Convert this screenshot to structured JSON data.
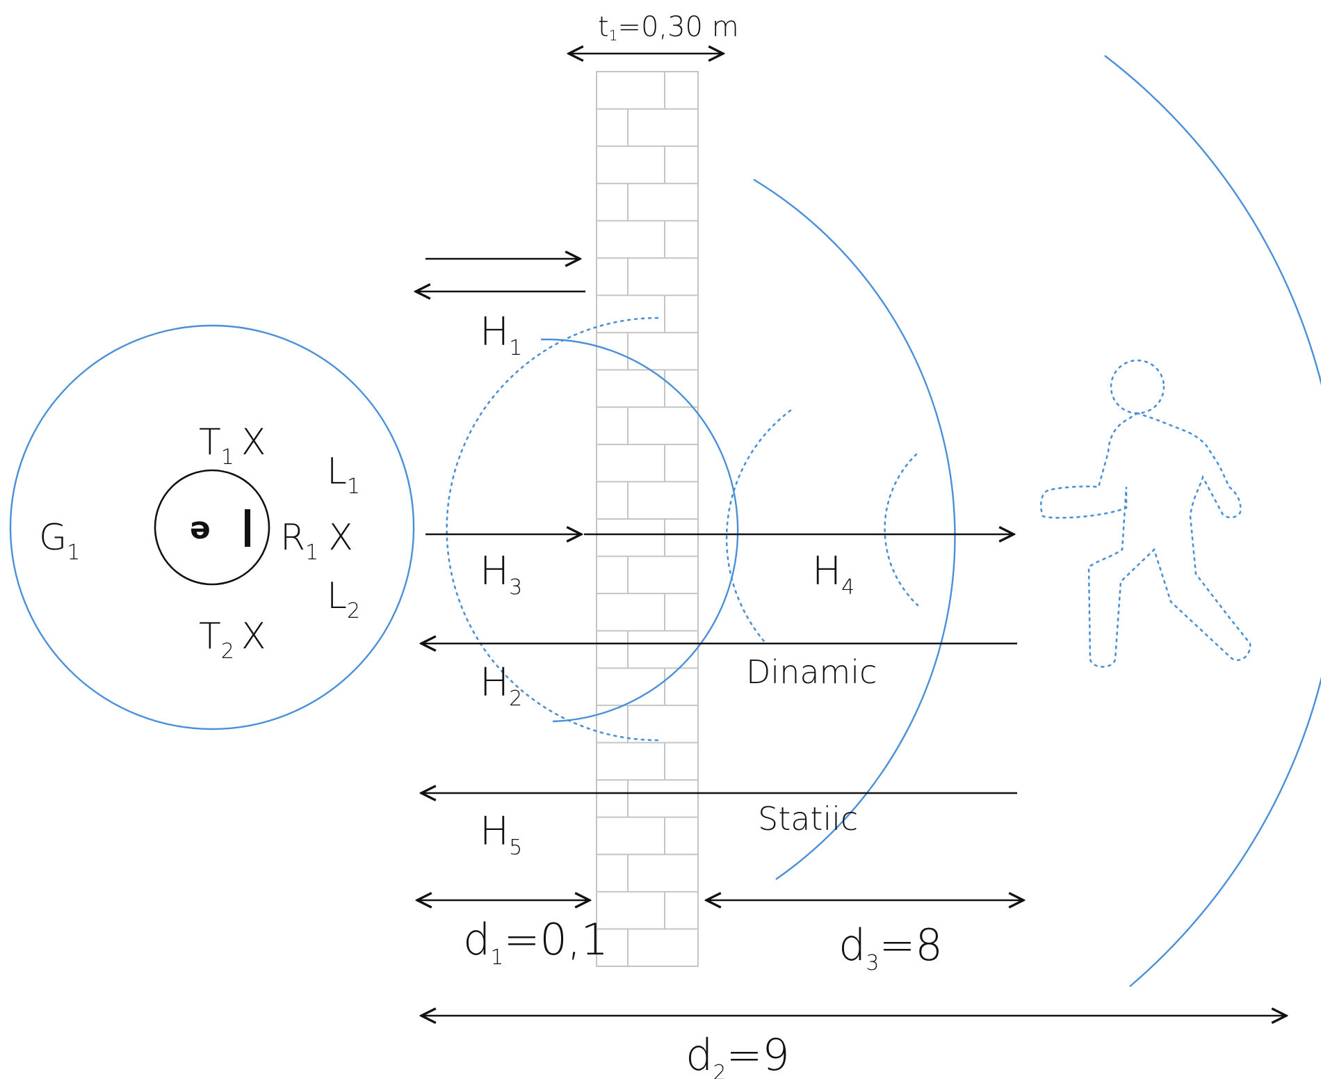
{
  "wall": {
    "thickness_label": "t",
    "thickness_sub": "1",
    "thickness_value": "=0,30 m"
  },
  "device": {
    "g1": {
      "main": "G",
      "sub": "1"
    },
    "t1": {
      "main": "T",
      "sub": "1",
      "mark": "X"
    },
    "r1": {
      "main": "R",
      "sub": "1",
      "mark": "X"
    },
    "t2": {
      "main": "T",
      "sub": "2",
      "mark": "X"
    },
    "l1": {
      "main": "L",
      "sub": "1"
    },
    "l2": {
      "main": "L",
      "sub": "2"
    },
    "center_symbol": "ə"
  },
  "paths": {
    "h1": {
      "main": "H",
      "sub": "1"
    },
    "h2": {
      "main": "H",
      "sub": "2"
    },
    "h3": {
      "main": "H",
      "sub": "3"
    },
    "h4": {
      "main": "H",
      "sub": "4"
    },
    "h5": {
      "main": "H",
      "sub": "5"
    }
  },
  "states": {
    "dynamic": "Dinamic",
    "static": "Statiic"
  },
  "distances": {
    "d1": {
      "main": "d",
      "sub": "1",
      "value": "=0,1"
    },
    "d2": {
      "main": "d",
      "sub": "2",
      "value": "=9"
    },
    "d3": {
      "main": "d",
      "sub": "3",
      "value": "=8"
    }
  },
  "colors": {
    "signal": "#4a90d9",
    "wall": "#c4c4c4",
    "ink": "#111111"
  }
}
